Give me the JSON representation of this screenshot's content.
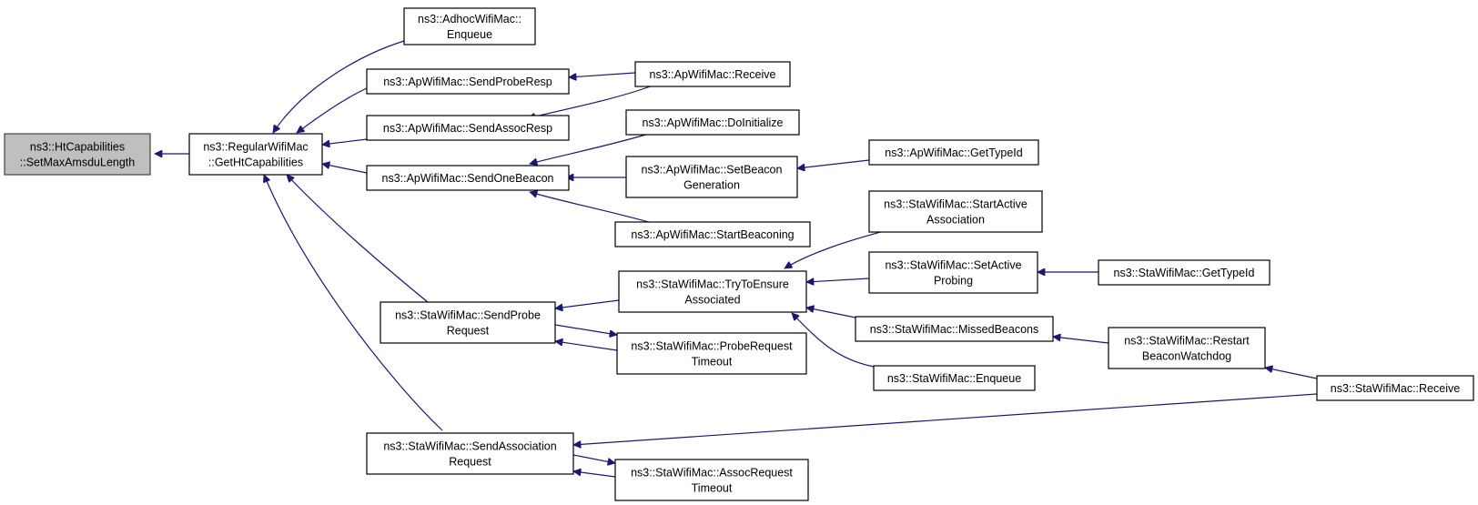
{
  "diagram": {
    "colors": {
      "edge": "#191970",
      "node_border": "#000000",
      "node_fill": "#ffffff",
      "root_fill": "#bfbfbf"
    },
    "nodes": [
      {
        "id": "n0",
        "lines": [
          "ns3::HtCapabilities",
          "::SetMaxAmsduLength"
        ],
        "root": true
      },
      {
        "id": "n1",
        "lines": [
          "ns3::RegularWifiMac",
          "::GetHtCapabilities"
        ]
      },
      {
        "id": "n2",
        "lines": [
          "ns3::AdhocWifiMac::",
          "Enqueue"
        ]
      },
      {
        "id": "n3",
        "lines": [
          "ns3::ApWifiMac::SendProbeResp"
        ]
      },
      {
        "id": "n4",
        "lines": [
          "ns3::ApWifiMac::SendAssocResp"
        ]
      },
      {
        "id": "n5",
        "lines": [
          "ns3::ApWifiMac::SendOneBeacon"
        ]
      },
      {
        "id": "n6",
        "lines": [
          "ns3::StaWifiMac::SendProbe",
          "Request"
        ]
      },
      {
        "id": "n7",
        "lines": [
          "ns3::StaWifiMac::SendAssociation",
          "Request"
        ]
      },
      {
        "id": "n8",
        "lines": [
          "ns3::ApWifiMac::Receive"
        ]
      },
      {
        "id": "n9",
        "lines": [
          "ns3::ApWifiMac::DoInitialize"
        ]
      },
      {
        "id": "n10",
        "lines": [
          "ns3::ApWifiMac::SetBeacon",
          "Generation"
        ]
      },
      {
        "id": "n11",
        "lines": [
          "ns3::ApWifiMac::StartBeaconing"
        ]
      },
      {
        "id": "n12",
        "lines": [
          "ns3::ApWifiMac::GetTypeId"
        ]
      },
      {
        "id": "n13",
        "lines": [
          "ns3::StaWifiMac::TryToEnsure",
          "Associated"
        ]
      },
      {
        "id": "n14",
        "lines": [
          "ns3::StaWifiMac::ProbeRequest",
          "Timeout"
        ]
      },
      {
        "id": "n15",
        "lines": [
          "ns3::StaWifiMac::AssocRequest",
          "Timeout"
        ]
      },
      {
        "id": "n16",
        "lines": [
          "ns3::StaWifiMac::StartActive",
          "Association"
        ]
      },
      {
        "id": "n17",
        "lines": [
          "ns3::StaWifiMac::SetActive",
          "Probing"
        ]
      },
      {
        "id": "n18",
        "lines": [
          "ns3::StaWifiMac::MissedBeacons"
        ]
      },
      {
        "id": "n19",
        "lines": [
          "ns3::StaWifiMac::Enqueue"
        ]
      },
      {
        "id": "n20",
        "lines": [
          "ns3::StaWifiMac::GetTypeId"
        ]
      },
      {
        "id": "n21",
        "lines": [
          "ns3::StaWifiMac::Restart",
          "BeaconWatchdog"
        ]
      },
      {
        "id": "n22",
        "lines": [
          "ns3::StaWifiMac::Receive"
        ]
      }
    ],
    "edges": [
      {
        "from": "n1",
        "to": "n0"
      },
      {
        "from": "n2",
        "to": "n1"
      },
      {
        "from": "n3",
        "to": "n1"
      },
      {
        "from": "n4",
        "to": "n1"
      },
      {
        "from": "n5",
        "to": "n1"
      },
      {
        "from": "n6",
        "to": "n1"
      },
      {
        "from": "n7",
        "to": "n1"
      },
      {
        "from": "n8",
        "to": "n3"
      },
      {
        "from": "n8",
        "to": "n4"
      },
      {
        "from": "n9",
        "to": "n5"
      },
      {
        "from": "n10",
        "to": "n5"
      },
      {
        "from": "n11",
        "to": "n5"
      },
      {
        "from": "n12",
        "to": "n10"
      },
      {
        "from": "n13",
        "to": "n6"
      },
      {
        "from": "n14",
        "to": "n6"
      },
      {
        "from": "n6",
        "to": "n14"
      },
      {
        "from": "n16",
        "to": "n13"
      },
      {
        "from": "n17",
        "to": "n13"
      },
      {
        "from": "n18",
        "to": "n13"
      },
      {
        "from": "n19",
        "to": "n13"
      },
      {
        "from": "n20",
        "to": "n17"
      },
      {
        "from": "n21",
        "to": "n18"
      },
      {
        "from": "n22",
        "to": "n21"
      },
      {
        "from": "n22",
        "to": "n7"
      },
      {
        "from": "n15",
        "to": "n7"
      },
      {
        "from": "n7",
        "to": "n15"
      }
    ]
  }
}
